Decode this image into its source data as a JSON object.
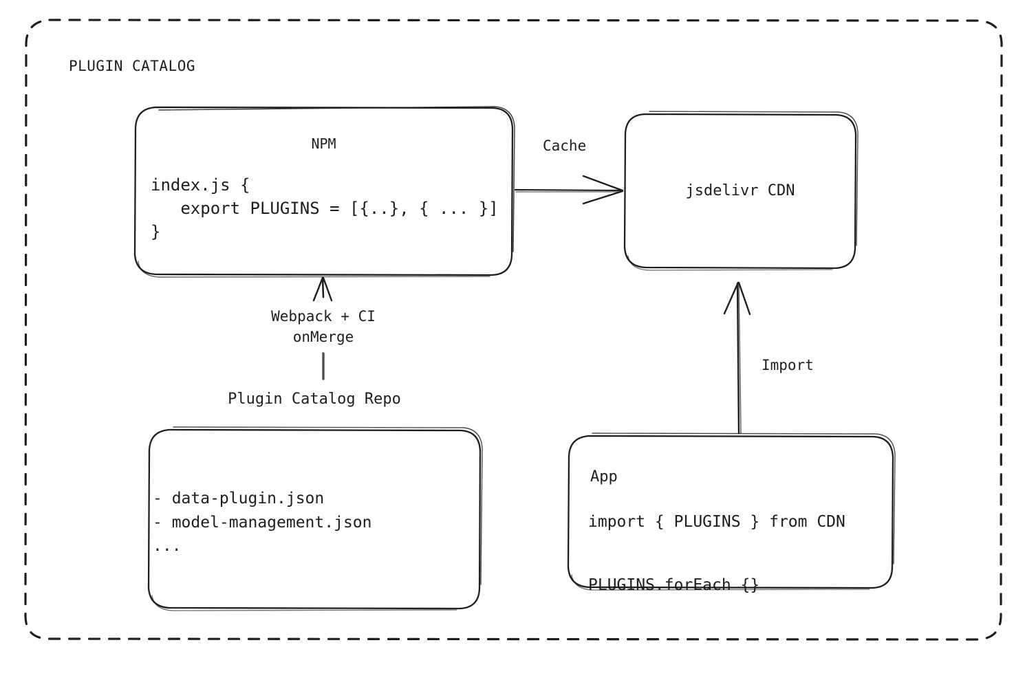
{
  "container": {
    "title": "PLUGIN CATALOG",
    "border_style": "dashed",
    "stroke_color": "#1e1e1e"
  },
  "theme": {
    "background": "#ffffff",
    "stroke": "#1e1e1e",
    "text": "#1e1e1e"
  },
  "nodes": {
    "npm": {
      "title": "NPM",
      "code_lines": [
        "index.js {",
        "   export PLUGINS = [{..}, { ... }]",
        "}"
      ],
      "code_text": "index.js {\n   export PLUGINS = [{..}, { ... }]\n}"
    },
    "cdn": {
      "title": "jsdelivr CDN"
    },
    "repo": {
      "label": "Plugin Catalog Repo",
      "items": [
        "- data-plugin.json",
        "- model-management.json",
        "..."
      ],
      "items_text": "- data-plugin.json\n- model-management.json\n..."
    },
    "app": {
      "title": "App",
      "code_lines": [
        "import { PLUGINS } from CDN",
        "PLUGINS.forEach {}"
      ],
      "code_text": "import { PLUGINS } from CDN\n\nPLUGINS.forEach {}"
    }
  },
  "edges": {
    "cache": {
      "label": "Cache",
      "from": "npm",
      "to": "cdn",
      "direction": "right"
    },
    "webpack": {
      "label": "Webpack + CI\nonMerge",
      "label_line1": "Webpack + CI",
      "label_line2": "onMerge",
      "from": "repo",
      "to": "npm",
      "direction": "up"
    },
    "import": {
      "label": "Import",
      "from": "app",
      "to": "cdn",
      "direction": "up"
    }
  }
}
